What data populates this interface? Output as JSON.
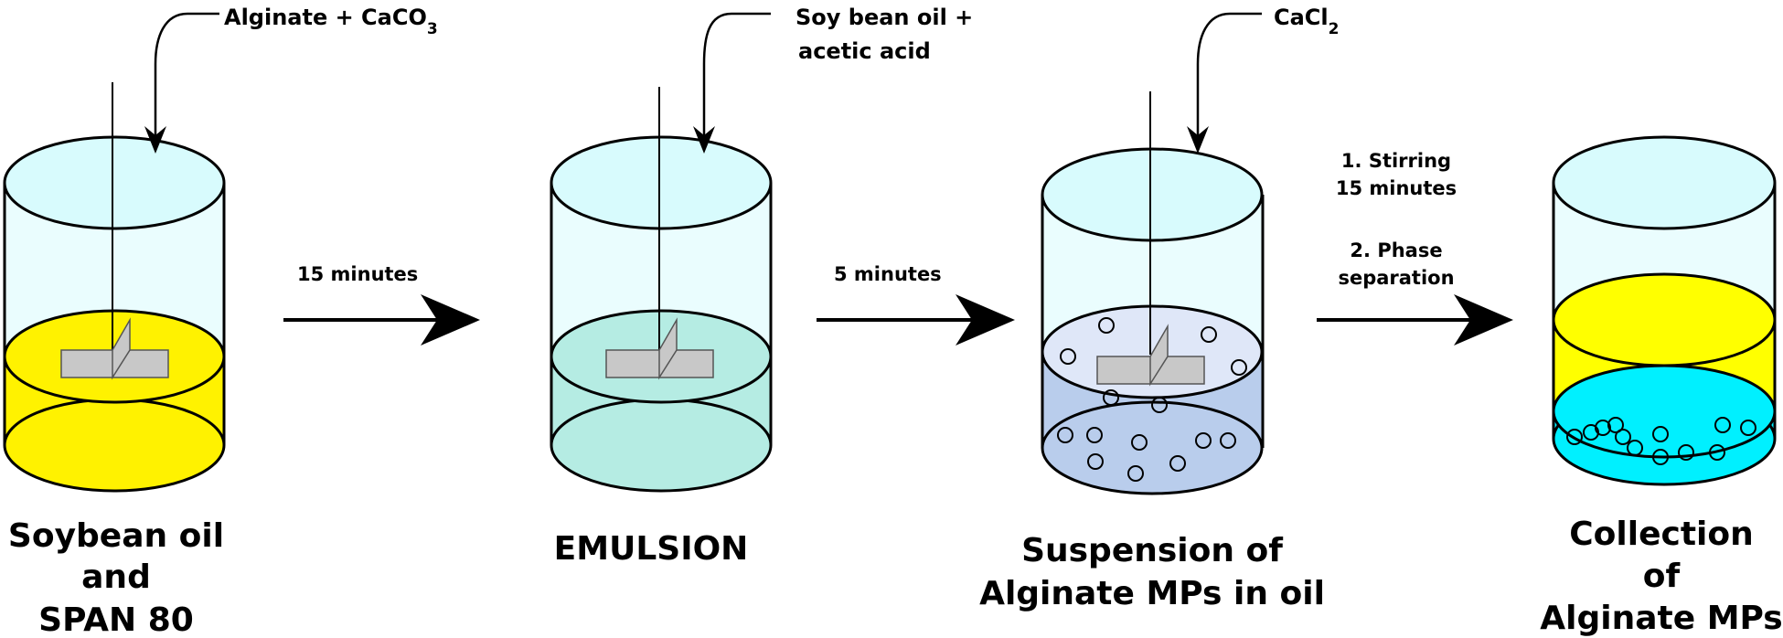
{
  "colors": {
    "glass_top": "#d8fbfd",
    "glass_body": "#eafdfe",
    "soybean_oil": "#fff200",
    "emulsion": "#b5ece3",
    "suspension": "#b9cdec",
    "suspension_surface": "#dfe7f8",
    "collection_oil": "#ffff00",
    "collection_water": "#00f0ff",
    "stirrer": "#c8c8c8"
  },
  "steps": [
    {
      "additive": {
        "main": "Alginate + CaCO",
        "sub": "3"
      },
      "label_lines": [
        "Soybean oil",
        "and",
        "SPAN 80"
      ]
    },
    {
      "additive_lines": [
        "Soy bean oil +",
        "acetic acid"
      ],
      "label_lines": [
        "EMULSION"
      ]
    },
    {
      "additive": {
        "main": "CaCl",
        "sub": "2"
      },
      "label_lines": [
        "Suspension of",
        "Alginate MPs in oil"
      ]
    },
    {
      "label_lines": [
        "Collection",
        "of",
        "Alginate MPs"
      ]
    }
  ],
  "transitions": [
    {
      "lines": [
        "15 minutes"
      ]
    },
    {
      "lines": [
        "5 minutes"
      ]
    },
    {
      "lines": [
        "1. Stirring",
        "15 minutes",
        "2. Phase",
        "separation"
      ]
    }
  ]
}
